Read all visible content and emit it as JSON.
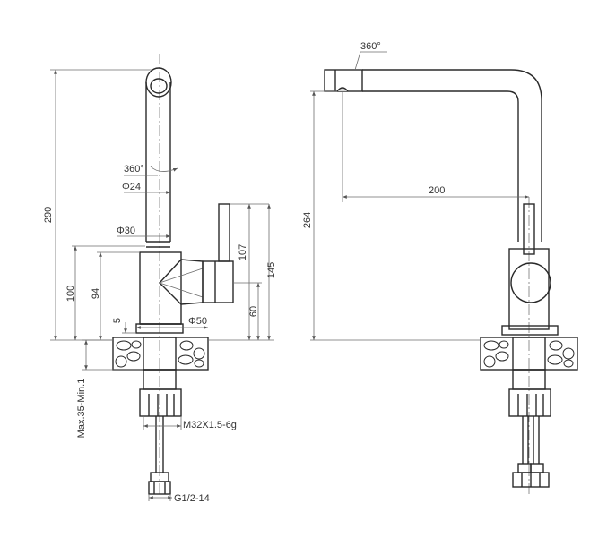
{
  "dimensions": {
    "total_height": "290",
    "swivel_front": "360°",
    "swivel_side": "360°",
    "spout_diameter": "Φ24",
    "body_diameter": "Φ30",
    "base_diameter": "Φ50",
    "handle_107": "107",
    "handle_145": "145",
    "body_100": "100",
    "body_94": "94",
    "base_5": "5",
    "handle_60": "60",
    "countertop": "Max.35-Min.1",
    "thread": "M32X1.5-6g",
    "hose_thread": "G1/2-14",
    "side_height": "264",
    "reach": "200"
  },
  "colors": {
    "line": "#2a2a2a",
    "dimension_line": "#6e6e6e",
    "text": "#333333"
  }
}
